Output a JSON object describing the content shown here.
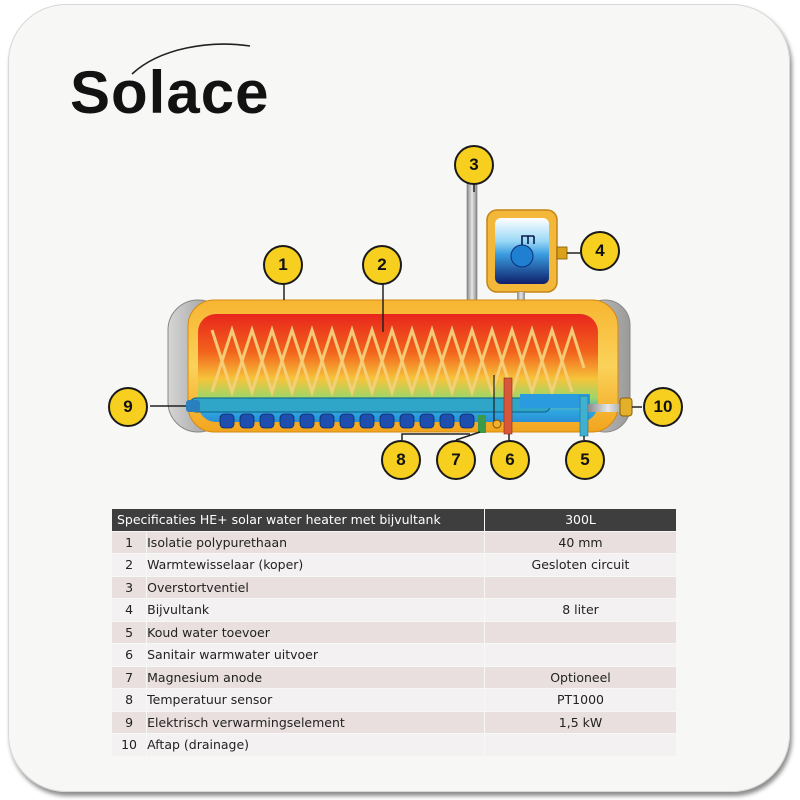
{
  "brand": {
    "name": "Solace"
  },
  "callouts": [
    "1",
    "2",
    "3",
    "4",
    "5",
    "6",
    "7",
    "8",
    "9",
    "10"
  ],
  "colors": {
    "callout_fill": "#f7cf1f",
    "table_header": "#3e3e3e",
    "row_odd": "#e9dfdf",
    "row_even": "#f3f1f1",
    "tank_shell": "#f7b531"
  },
  "table": {
    "header_label": "Specificaties HE+ solar water heater met bijvultank",
    "header_value": "300L",
    "rows": [
      {
        "num": "1",
        "label": "Isolatie polypurethaan",
        "value": "40 mm"
      },
      {
        "num": "2",
        "label": "Warmtewisselaar (koper)",
        "value": "Gesloten circuit"
      },
      {
        "num": "3",
        "label": "Overstortventiel",
        "value": ""
      },
      {
        "num": "4",
        "label": "Bijvultank",
        "value": "8 liter"
      },
      {
        "num": "5",
        "label": "Koud water toevoer",
        "value": ""
      },
      {
        "num": "6",
        "label": "Sanitair warmwater uitvoer",
        "value": ""
      },
      {
        "num": "7",
        "label": "Magnesium anode",
        "value": "Optioneel"
      },
      {
        "num": "8",
        "label": "Temperatuur sensor",
        "value": "PT1000"
      },
      {
        "num": "9",
        "label": "Elektrisch verwarmingselement",
        "value": "1,5 kW"
      },
      {
        "num": "10",
        "label": "Aftap (drainage)",
        "value": ""
      }
    ]
  }
}
